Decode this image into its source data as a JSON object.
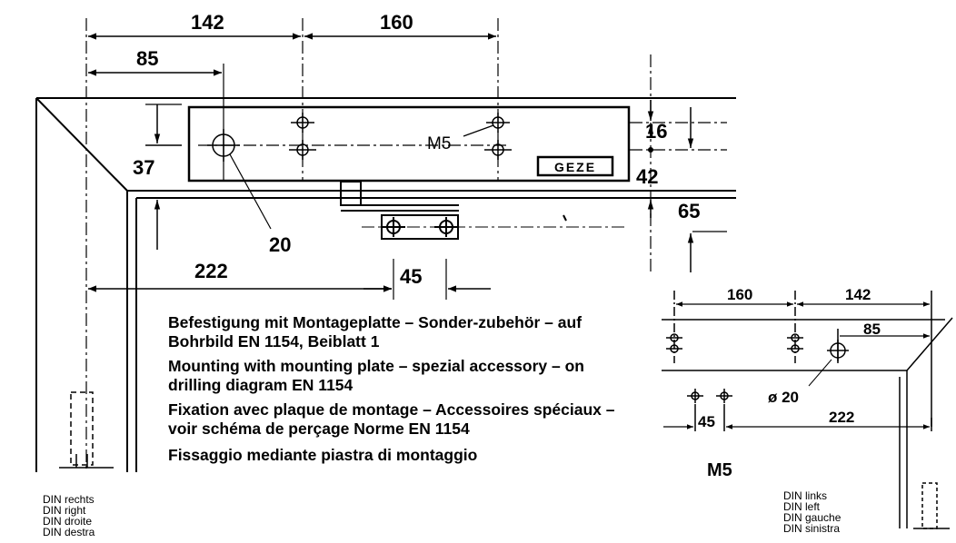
{
  "dimensions": {
    "top_left": "142",
    "top_right": "160",
    "offset_85": "85",
    "height_37": "37",
    "height_16": "16",
    "height_42": "42",
    "height_65": "65",
    "hole_20": "20",
    "length_222": "222",
    "length_45": "45",
    "thread_m5": "M5"
  },
  "brand_label": "GEZE",
  "small_diagram": {
    "dim_160": "160",
    "dim_142": "142",
    "dim_85": "85",
    "dia_20": "ø 20",
    "dim_45": "45",
    "dim_222": "222",
    "label_m5": "M5"
  },
  "caption": {
    "de": "Befestigung mit Montageplatte – Sonder-zubehör – auf Bohrbild EN 1154, Beiblatt 1",
    "en": "Mounting with mounting plate – spezial accessory – on drilling diagram EN 1154",
    "fr": "Fixation avec plaque de montage – Accessoires spéciaux – voir schéma de perçage Norme EN 1154",
    "it": "Fissaggio mediante piastra di montaggio"
  },
  "din_right": [
    "DIN rechts",
    "DIN right",
    "DIN droite",
    "DIN destra"
  ],
  "din_left": [
    "DIN links",
    "DIN left",
    "DIN gauche",
    "DIN sinistra"
  ]
}
